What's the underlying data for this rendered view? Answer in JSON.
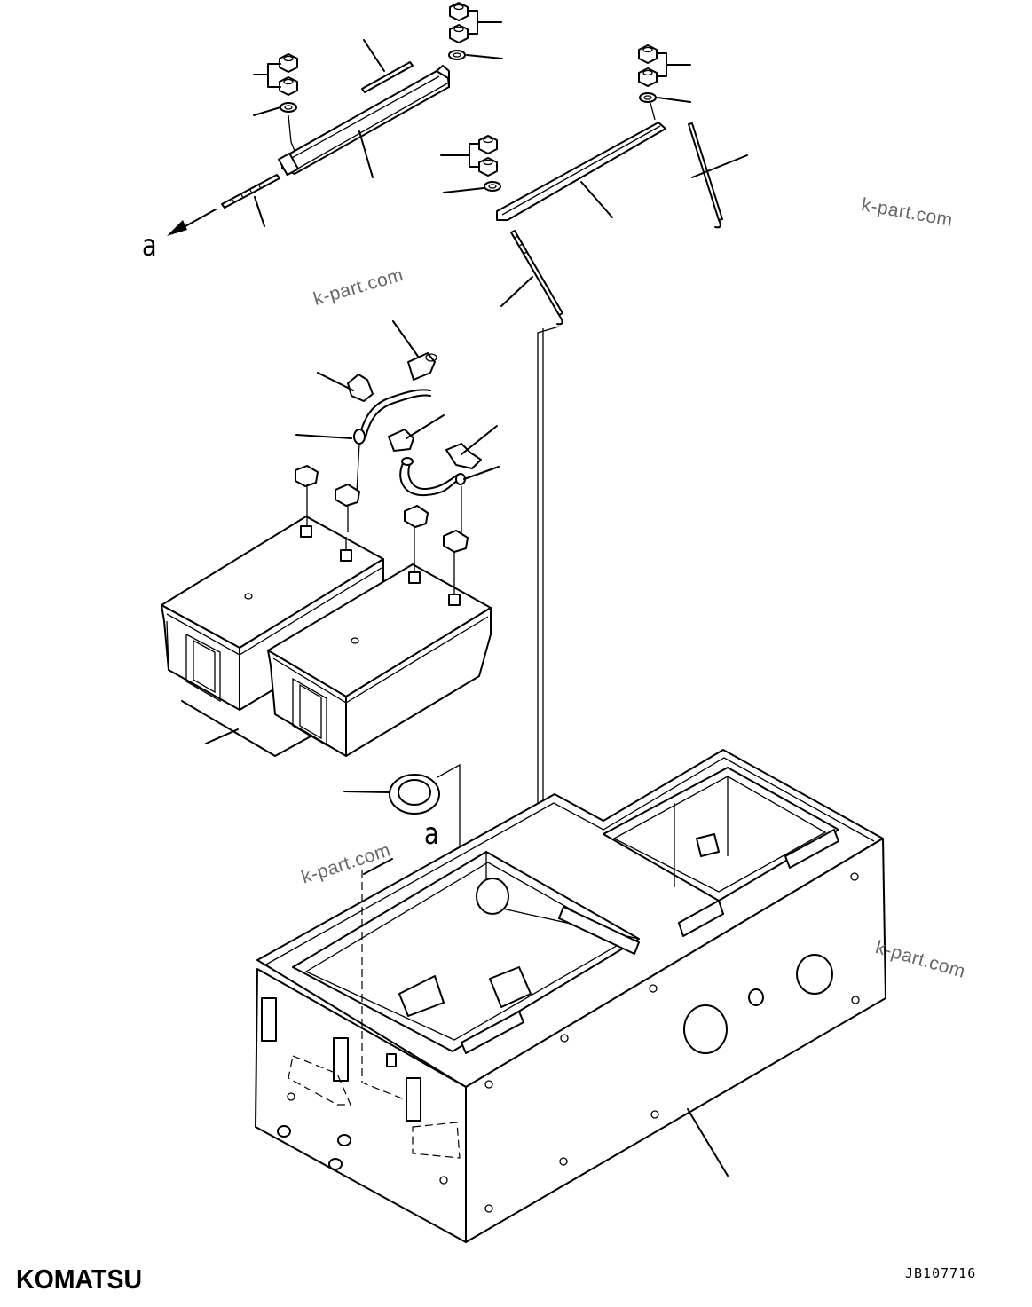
{
  "diagram": {
    "callout_labels": [
      "a",
      "a"
    ],
    "watermarks": [
      "k-part.com",
      "k-part.com",
      "k-part.com",
      "k-part.com"
    ],
    "brand": "KOMATSU",
    "drawing_code": "JB107716"
  }
}
